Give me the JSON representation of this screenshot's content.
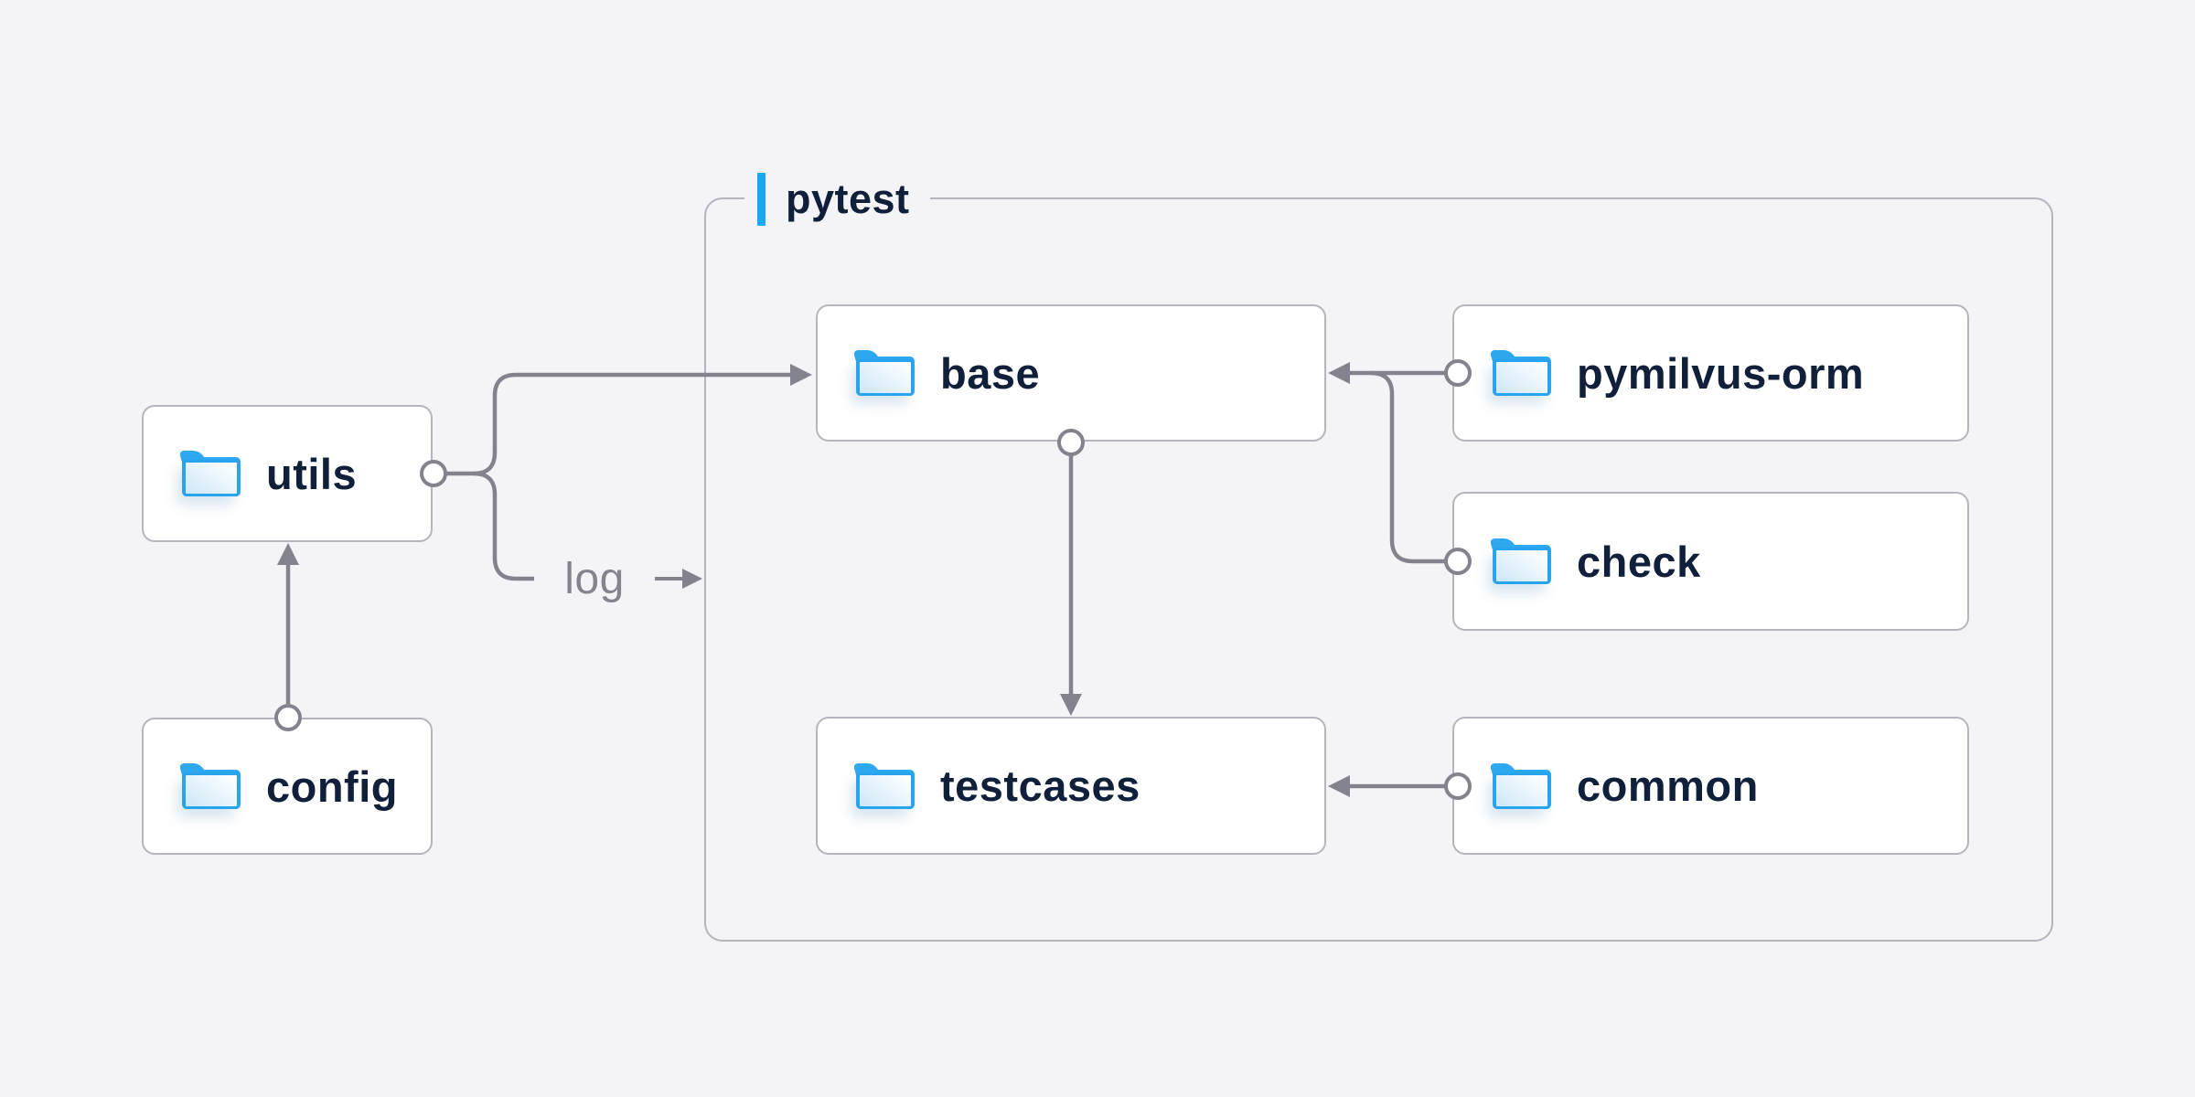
{
  "diagram": {
    "group_label": "pytest",
    "edge_label": "log",
    "nodes": [
      {
        "id": "utils",
        "label": "utils",
        "icon": "folder-icon"
      },
      {
        "id": "config",
        "label": "config",
        "icon": "folder-icon"
      },
      {
        "id": "base",
        "label": "base",
        "icon": "folder-icon"
      },
      {
        "id": "pymilvus-orm",
        "label": "pymilvus-orm",
        "icon": "folder-icon"
      },
      {
        "id": "check",
        "label": "check",
        "icon": "folder-icon"
      },
      {
        "id": "testcases",
        "label": "testcases",
        "icon": "folder-icon"
      },
      {
        "id": "common",
        "label": "common",
        "icon": "folder-icon"
      }
    ],
    "edges": [
      {
        "from": "config",
        "to": "utils"
      },
      {
        "from": "utils",
        "to": "base",
        "label": "log"
      },
      {
        "from": "pymilvus-orm",
        "to": "base"
      },
      {
        "from": "check",
        "to": "base"
      },
      {
        "from": "base",
        "to": "testcases"
      },
      {
        "from": "common",
        "to": "testcases"
      }
    ],
    "colors": {
      "background": "#f4f4f6",
      "node_background": "#ffffff",
      "node_border": "#b5b5bf",
      "line": "#83838d",
      "text": "#101f3a",
      "muted_text": "#84848e",
      "accent_blue": "#19a8f0",
      "folder_blue": "#28a3ee"
    }
  }
}
